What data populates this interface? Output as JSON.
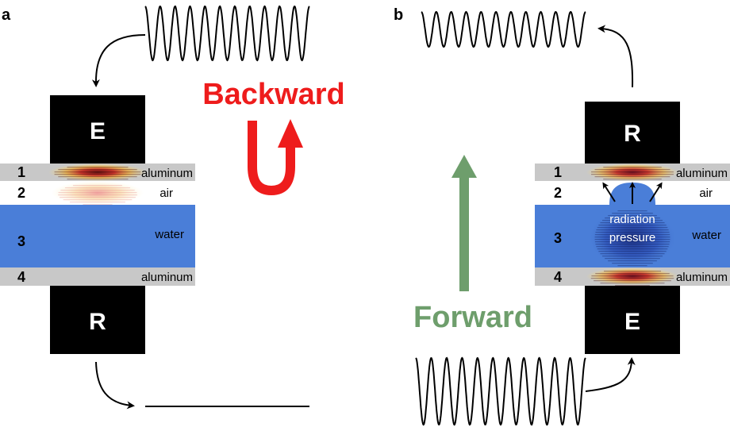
{
  "panels": {
    "a": {
      "label": "a",
      "top_block": "E",
      "bottom_block": "R",
      "layers": [
        {
          "num": "1",
          "name": "aluminum"
        },
        {
          "num": "2",
          "name": "air"
        },
        {
          "num": "3",
          "name": "water"
        },
        {
          "num": "4",
          "name": "aluminum"
        }
      ],
      "direction": {
        "label": "Backward",
        "color": "#ee1c1c"
      }
    },
    "b": {
      "label": "b",
      "top_block": "R",
      "bottom_block": "E",
      "layers": [
        {
          "num": "1",
          "name": "aluminum"
        },
        {
          "num": "2",
          "name": "air"
        },
        {
          "num": "3",
          "name": "water"
        },
        {
          "num": "4",
          "name": "aluminum"
        }
      ],
      "pressure_label_1": "radiation",
      "pressure_label_2": "pressure",
      "direction": {
        "label": "Forward",
        "color": "#6e9e6c"
      }
    }
  },
  "colors": {
    "aluminum": "#c8c8c8",
    "water": "#4a7ed8",
    "block": "#000000"
  }
}
